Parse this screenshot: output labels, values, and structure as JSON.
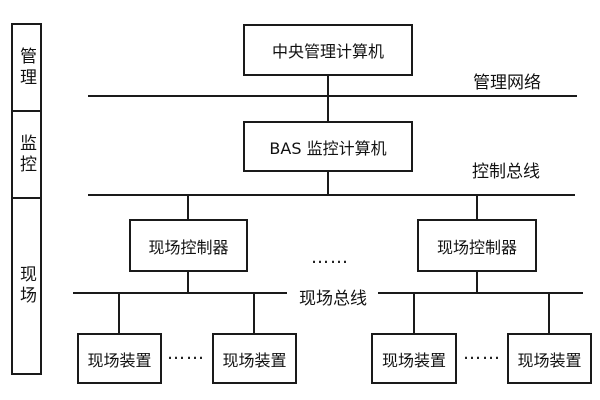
{
  "sidebar": {
    "levels": [
      {
        "label": "管理"
      },
      {
        "label": "监控"
      },
      {
        "label": "现场"
      }
    ]
  },
  "nodes": {
    "central_computer": "中央管理计算机",
    "bas_computer": "BAS 监控计算机",
    "field_controller": "现场控制器",
    "field_device": "现场装置"
  },
  "bus_labels": {
    "management_network": "管理网络",
    "control_bus": "控制总线",
    "field_bus": "现场总线"
  },
  "ellipsis": "……",
  "colors": {
    "line": "#1a1a1a",
    "text": "#111111",
    "background": "#ffffff"
  }
}
